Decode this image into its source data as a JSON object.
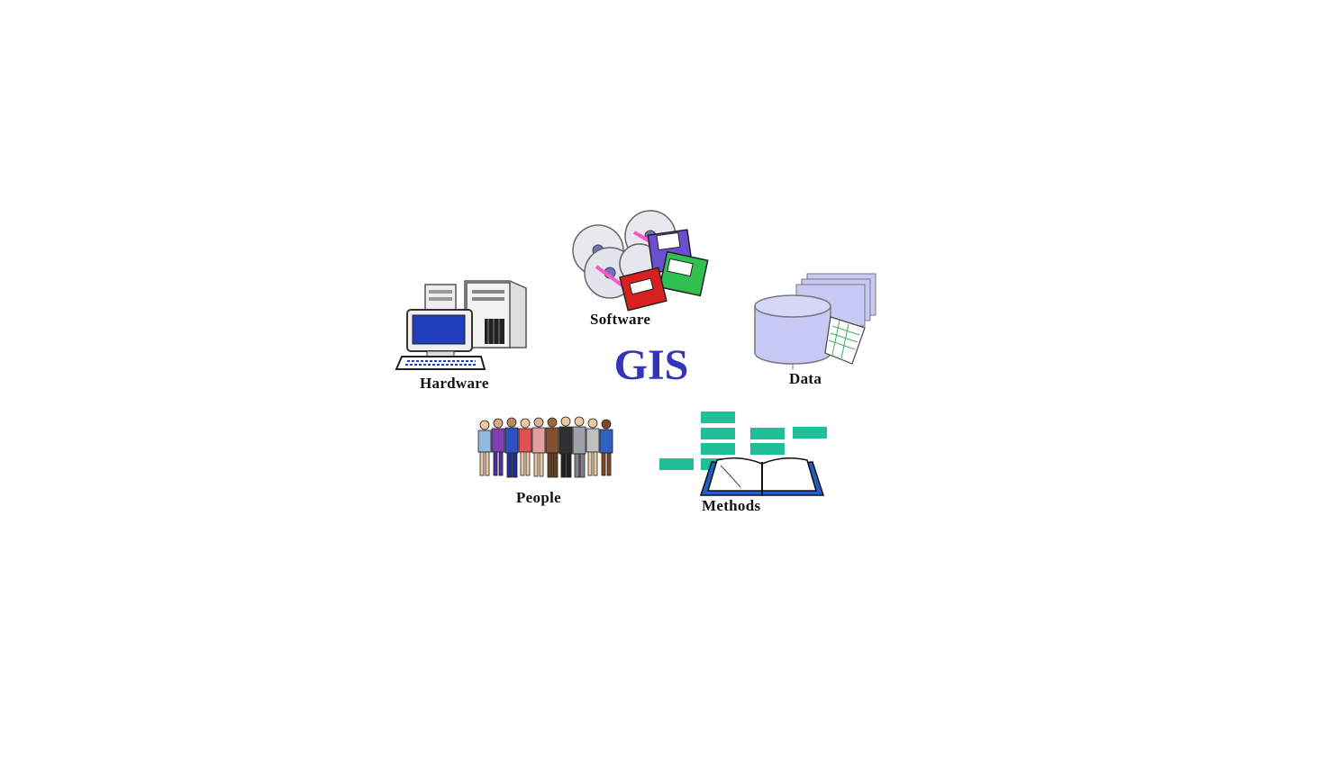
{
  "diagram": {
    "center": {
      "label": "GIS",
      "color": "#3333bb"
    },
    "components": [
      {
        "id": "hardware",
        "label": "Hardware",
        "icon": "computer-workstation-icon"
      },
      {
        "id": "software",
        "label": "Software",
        "icon": "cd-floppy-disks-icon"
      },
      {
        "id": "data",
        "label": "Data",
        "icon": "database-cylinder-icon"
      },
      {
        "id": "people",
        "label": "People",
        "icon": "group-of-people-icon"
      },
      {
        "id": "methods",
        "label": "Methods",
        "icon": "open-book-flowchart-icon"
      }
    ],
    "colors": {
      "screen_blue": "#1f3fbf",
      "method_boxes": "#1fbf9a",
      "data_lavender": "#c8c8f4"
    }
  }
}
